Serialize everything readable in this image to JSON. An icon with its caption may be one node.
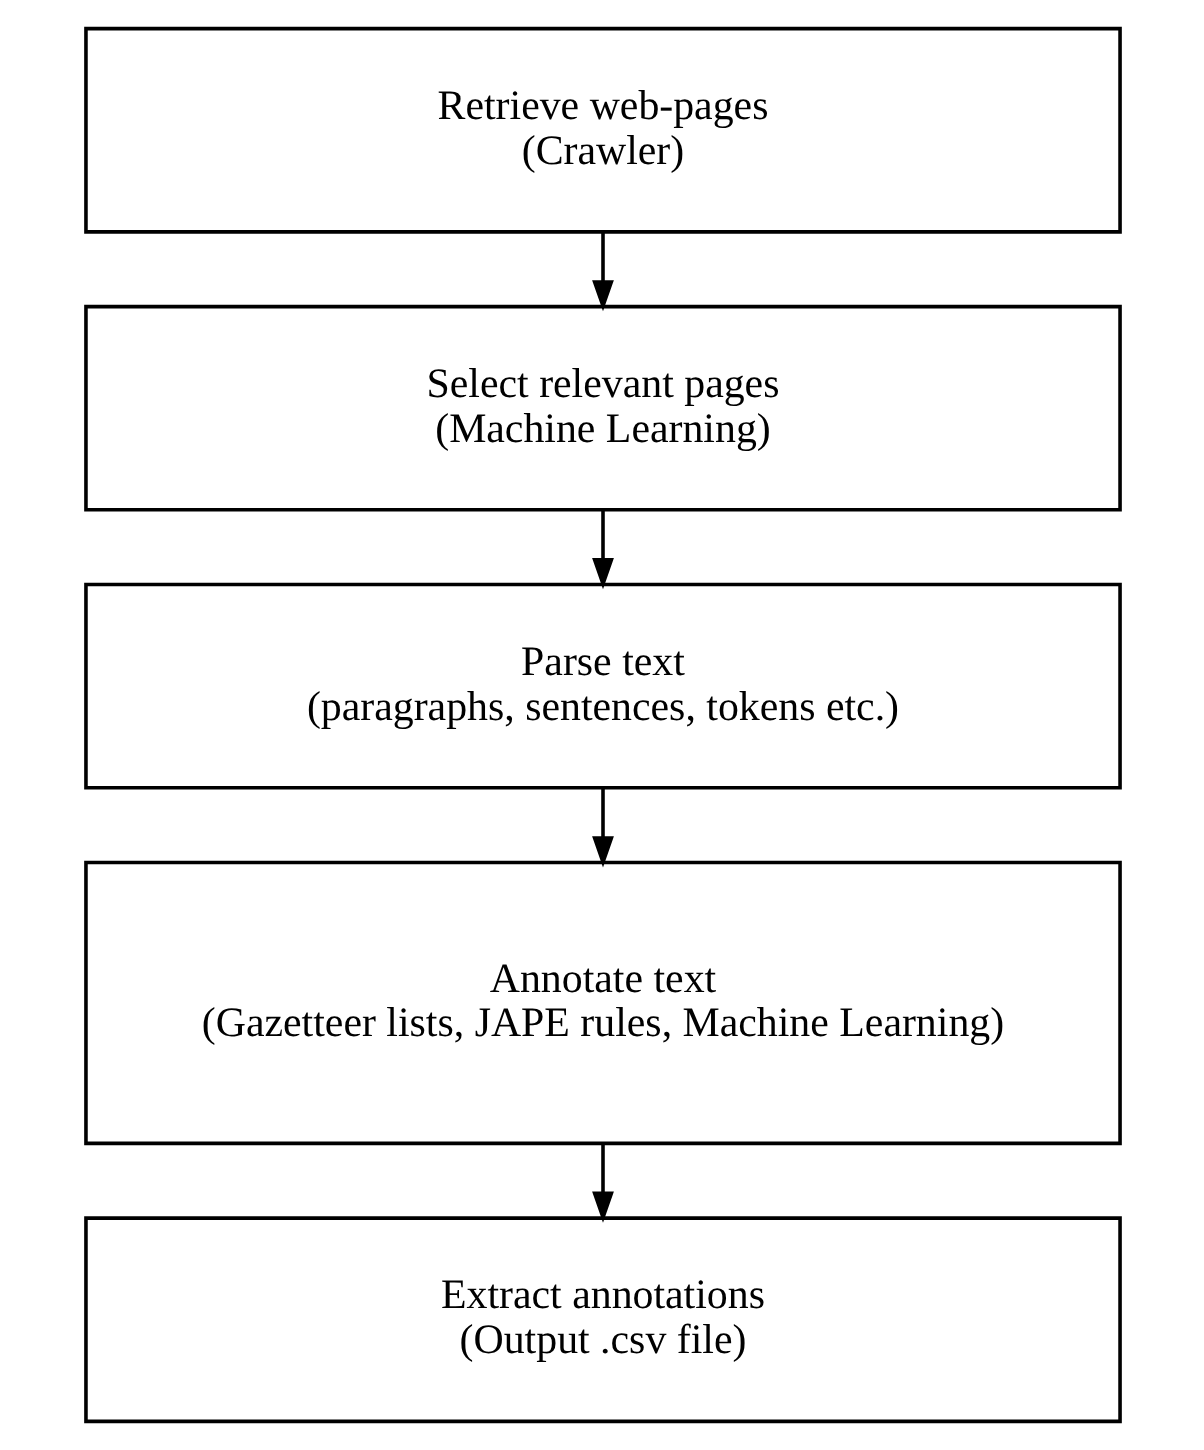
{
  "diagram": {
    "nodes": [
      {
        "text": [
          "Retrieve web-pages",
          "(Crawler)"
        ]
      },
      {
        "text": [
          "Select relevant pages",
          "(Machine Learning)"
        ]
      },
      {
        "text": [
          "Parse text",
          "(paragraphs, sentences, tokens etc.)"
        ]
      },
      {
        "text": [
          "Annotate text",
          "(Gazetteer lists, JAPE rules, Machine Learning)"
        ]
      },
      {
        "text": [
          "Extract annotations",
          "(Output .csv file)"
        ]
      }
    ],
    "edges": [
      {
        "from": 0,
        "to": 1,
        "arrow": "to"
      },
      {
        "from": 1,
        "to": 2,
        "arrow": "to"
      },
      {
        "from": 2,
        "to": 3,
        "arrow": "to"
      },
      {
        "from": 3,
        "to": 4,
        "arrow": "to"
      }
    ]
  }
}
